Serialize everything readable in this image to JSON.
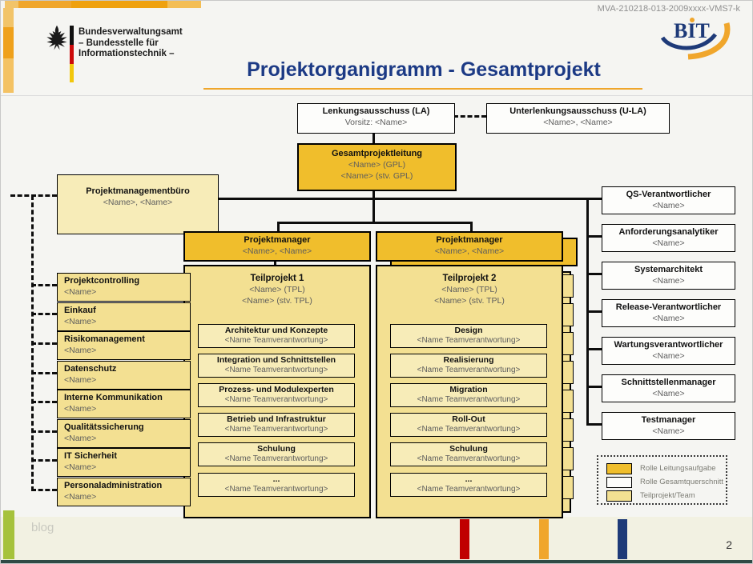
{
  "header": {
    "doc_id": "MVA-210218-013-2009xxxx-VMS7-k",
    "agency": {
      "line1": "Bundesverwaltungsamt",
      "line2": "– Bundesstelle für",
      "line3": "Informationstechnik –"
    },
    "bit_logo_text": "BIT",
    "title": "Projektorganigramm - Gesamtprojekt"
  },
  "chart": {
    "la": {
      "title": "Lenkungsausschuss (LA)",
      "subtitle": "Vorsitz: <Name>"
    },
    "ula": {
      "title": "Unterlenkungsausschuss (U-LA)",
      "subtitle": "<Name>, <Name>"
    },
    "gpl": {
      "title": "Gesamtprojektleitung",
      "line2": "<Name> (GPL)",
      "line3": "<Name> (stv. GPL)"
    },
    "pmb": {
      "title": "Projektmanagementbüro",
      "subtitle": "<Name>, <Name>"
    },
    "pm1": {
      "title": "Projektmanager",
      "subtitle": "<Name>, <Name>"
    },
    "pm2": {
      "title": "Projektmanager",
      "subtitle": "<Name>, <Name>"
    },
    "tp1": {
      "title": "Teilprojekt 1",
      "line2": "<Name> (TPL)",
      "line3": "<Name> (stv. TPL)",
      "teams": [
        {
          "label": "Architektur und Konzepte",
          "name": "<Name Teamverantwortung>"
        },
        {
          "label": "Integration und Schnittstellen",
          "name": "<Name Teamverantwortung>"
        },
        {
          "label": "Prozess- und Modulexperten",
          "name": "<Name Teamverantwortung>"
        },
        {
          "label": "Betrieb und Infrastruktur",
          "name": "<Name Teamverantwortung>"
        },
        {
          "label": "Schulung",
          "name": "<Name Teamverantwortung>"
        },
        {
          "label": "...",
          "name": "<Name Teamverantwortung>"
        }
      ]
    },
    "tp2": {
      "title": "Teilprojekt 2",
      "line2": "<Name> (TPL)",
      "line3": "<Name> (stv. TPL)",
      "teams": [
        {
          "label": "Design",
          "name": "<Name Teamverantwortung>"
        },
        {
          "label": "Realisierung",
          "name": "<Name Teamverantwortung>"
        },
        {
          "label": "Migration",
          "name": "<Name Teamverantwortung>"
        },
        {
          "label": "Roll-Out",
          "name": "<Name Teamverantwortung>"
        },
        {
          "label": "Schulung",
          "name": "<Name Teamverantwortung>"
        },
        {
          "label": "...",
          "name": "<Name Teamverantwortung>"
        }
      ]
    },
    "left_roles": [
      {
        "title": "Projektcontrolling",
        "name": "<Name>"
      },
      {
        "title": "Einkauf",
        "name": "<Name>"
      },
      {
        "title": "Risikomanagement",
        "name": "<Name>"
      },
      {
        "title": "Datenschutz",
        "name": "<Name>"
      },
      {
        "title": "Interne Kommunikation",
        "name": "<Name>"
      },
      {
        "title": "Qualitätssicherung",
        "name": "<Name>"
      },
      {
        "title": "IT Sicherheit",
        "name": "<Name>"
      },
      {
        "title": "Personaladministration",
        "name": "<Name>"
      }
    ],
    "right_roles": [
      {
        "title": "QS-Verantwortlicher",
        "name": "<Name>"
      },
      {
        "title": "Anforderungsanalytiker",
        "name": "<Name>"
      },
      {
        "title": "Systemarchitekt",
        "name": "<Name>"
      },
      {
        "title": "Release-Verantwortlicher",
        "name": "<Name>"
      },
      {
        "title": "Wartungsverantwortlicher",
        "name": "<Name>"
      },
      {
        "title": "Schnittstellenmanager",
        "name": "<Name>"
      },
      {
        "title": "Testmanager",
        "name": "<Name>"
      }
    ]
  },
  "legend": {
    "items": [
      {
        "label": "Rolle Leitungsaufgabe",
        "color": "#f0be2c"
      },
      {
        "label": "Rolle Gesamtquerschnitt",
        "color": "#fdfdfb"
      },
      {
        "label": "Teilprojekt/Team",
        "color": "#f3e092"
      }
    ]
  },
  "footer": {
    "watermark": "blog",
    "page_number": "2"
  },
  "colors": {
    "role_leadership_gold": "#f0be2c",
    "teilprojekt_pale_yellow": "#f3e092",
    "title_navy": "#1c3a85",
    "accent_orange": "#efa62c"
  }
}
